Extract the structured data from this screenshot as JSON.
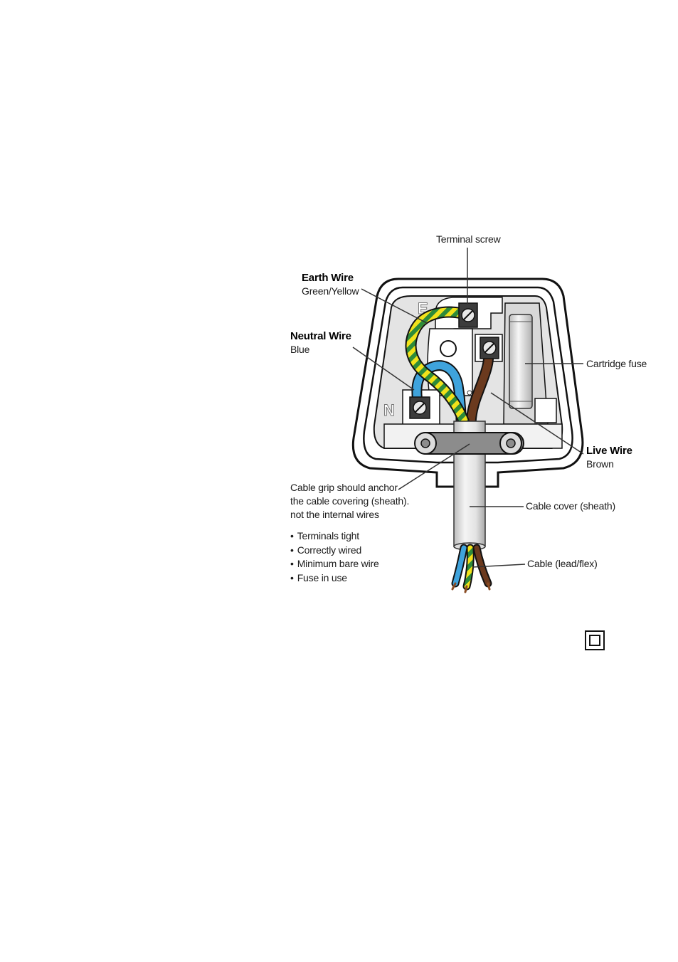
{
  "labels": {
    "terminal_screw": "Terminal screw",
    "earth_wire_title": "Earth Wire",
    "earth_wire_color": "Green/Yellow",
    "neutral_wire_title": "Neutral Wire",
    "neutral_wire_color": "Blue",
    "cartridge_fuse": "Cartridge fuse",
    "live_wire_title": "Live Wire",
    "live_wire_color": "Brown",
    "cable_grip_line1": "Cable grip should anchor",
    "cable_grip_line2": "the cable covering (sheath).",
    "cable_grip_line3": "not the internal wires",
    "cable_cover": "Cable cover (sheath)",
    "cable_lead": "Cable (lead/flex)",
    "terminal_e": "E",
    "terminal_n": "N"
  },
  "checklist": [
    "Terminals tight",
    "Correctly wired",
    "Minimum bare wire",
    "Fuse in use"
  ],
  "colors": {
    "earth_green": "#2e8b3a",
    "earth_yellow": "#f2e21a",
    "neutral_blue": "#3fa3dc",
    "live_brown": "#6b3a1e",
    "plug_grey": "#e4e4e4",
    "grip_grey": "#8c8c8c"
  },
  "icons": {
    "double_insulation": "double-insulation-symbol-icon"
  }
}
